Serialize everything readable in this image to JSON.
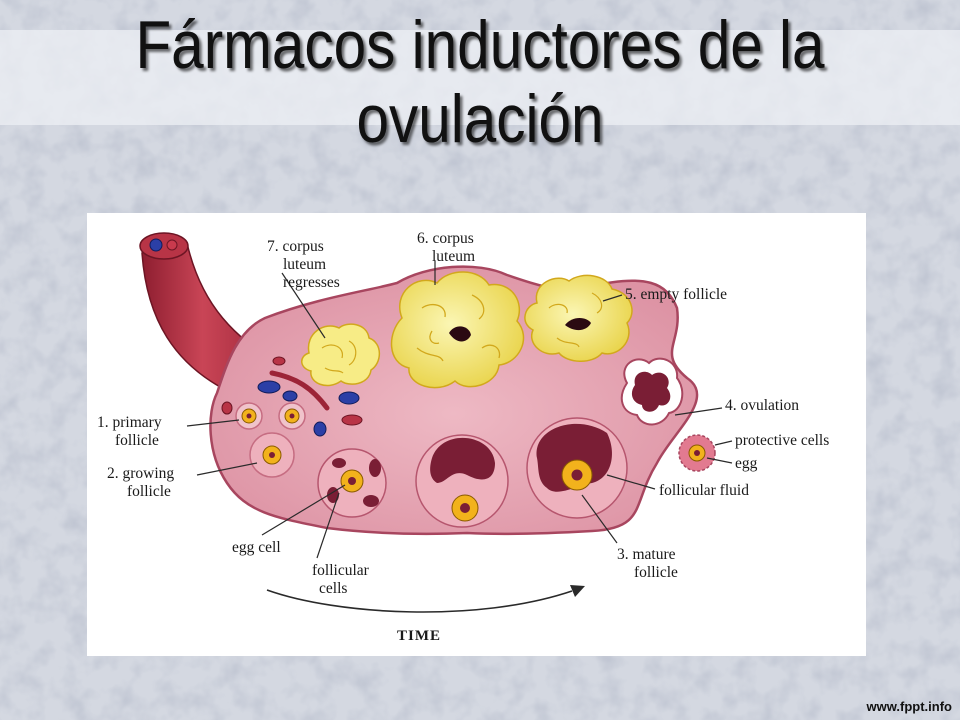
{
  "slide": {
    "title_line1": "Fármacos inductores de la",
    "title_line2": "ovulación",
    "watermark": "www.fppt.info"
  },
  "diagram": {
    "labels": {
      "corpus_luteum_regresses": [
        "7. corpus",
        "luteum",
        "regresses"
      ],
      "corpus_luteum": [
        "6. corpus",
        "luteum"
      ],
      "empty_follicle": "5. empty follicle",
      "ovulation": "4. ovulation",
      "protective_cells": "protective cells",
      "egg": "egg",
      "follicular_fluid": "follicular fluid",
      "mature_follicle": [
        "3. mature",
        "follicle"
      ],
      "primary_follicle": [
        "1. primary",
        "follicle"
      ],
      "growing_follicle": [
        "2. growing",
        "follicle"
      ],
      "egg_cell": "egg cell",
      "follicular_cells": [
        "follicular",
        "cells"
      ],
      "time": "TIME"
    }
  },
  "colors": {
    "ovary": "#e6a9b6",
    "ovary_edge": "#a8465f",
    "follicle_dark": "#7a1e35",
    "corpus_yellow": "#f7ec86",
    "egg_yellow": "#f2b21c",
    "vessel_blue": "#2b3fa6"
  }
}
